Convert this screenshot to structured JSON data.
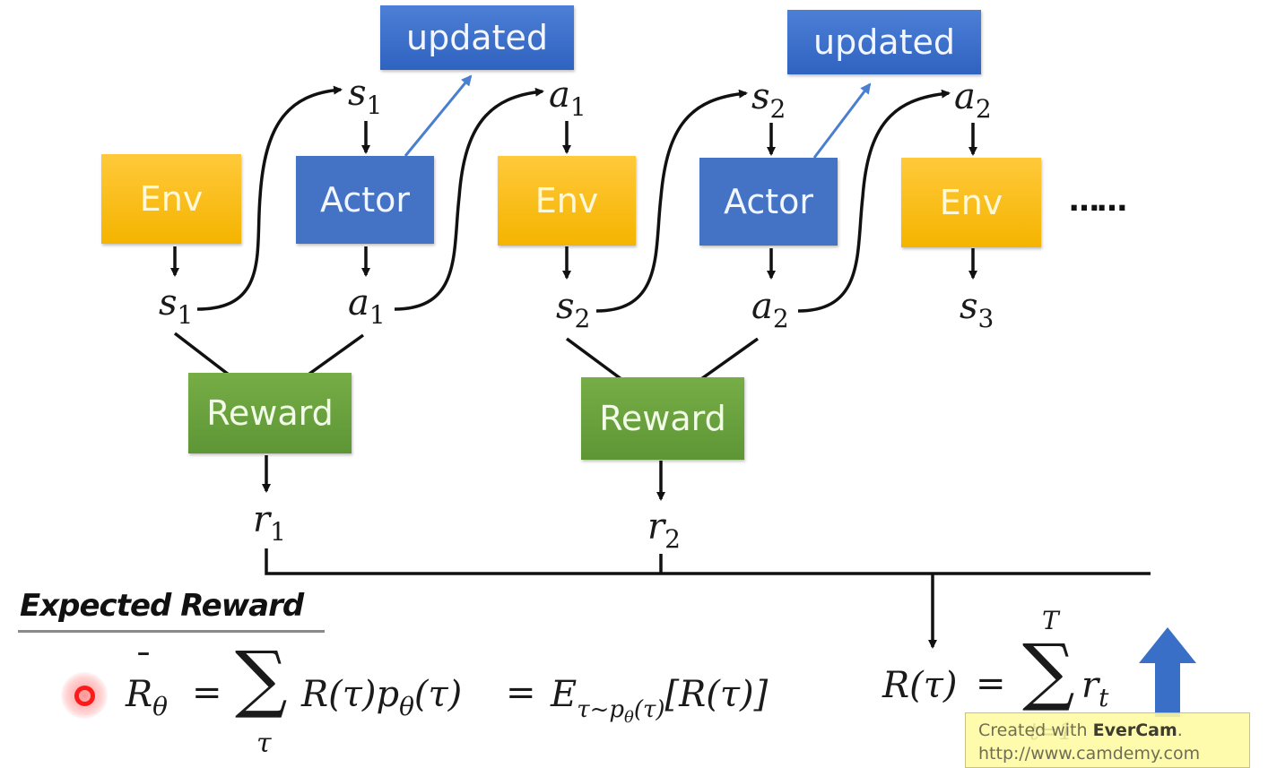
{
  "diagram": {
    "boxes": {
      "env1": "Env",
      "actor1": "Actor",
      "env2": "Env",
      "actor2": "Actor",
      "env3": "Env",
      "updated1": "updated",
      "updated2": "updated",
      "reward1": "Reward",
      "reward2": "Reward"
    },
    "colors": {
      "env": "#f5b400",
      "actor": "#4472c4",
      "updated": "#2f63c0",
      "reward": "#5e9636",
      "update_arrow": "#4a7fd0",
      "big_arrow": "#3a6fc8"
    },
    "variables": {
      "s1_top": {
        "base": "s",
        "sub": "1"
      },
      "a1_top": {
        "base": "a",
        "sub": "1"
      },
      "s2_top": {
        "base": "s",
        "sub": "2"
      },
      "a2_top": {
        "base": "a",
        "sub": "2"
      },
      "s1_bottom": {
        "base": "s",
        "sub": "1"
      },
      "a1_bottom": {
        "base": "a",
        "sub": "1"
      },
      "s2_bottom": {
        "base": "s",
        "sub": "2"
      },
      "a2_bottom": {
        "base": "a",
        "sub": "2"
      },
      "s3_bottom": {
        "base": "s",
        "sub": "3"
      },
      "r1": {
        "base": "r",
        "sub": "1"
      },
      "r2": {
        "base": "r",
        "sub": "2"
      }
    },
    "ellipsis": "……"
  },
  "expected_reward": {
    "heading": "Expected Reward",
    "lhs_base": "R",
    "lhs_bar": "¯",
    "lhs_sub": "θ",
    "eq1": "=",
    "sigma": "∑",
    "sigma_under": "τ",
    "term": "R(τ)p",
    "term_sub": "θ",
    "term_tail": "(τ)",
    "eq2": "=",
    "expect": "E",
    "expect_sub": "τ~p",
    "expect_sub2": "θ",
    "expect_sub3": "(τ)",
    "expect_body": "[R(τ)]"
  },
  "return_formula": {
    "lhs": "R(τ)",
    "eq": "=",
    "sigma": "∑",
    "sigma_over": "T",
    "sigma_under": "t=1",
    "term_base": "r",
    "term_sub": "t"
  },
  "watermark": {
    "line1_prefix": "Created with ",
    "line1_brand": "EverCam",
    "line1_suffix": ".",
    "line2": "http://www.camdemy.com"
  }
}
